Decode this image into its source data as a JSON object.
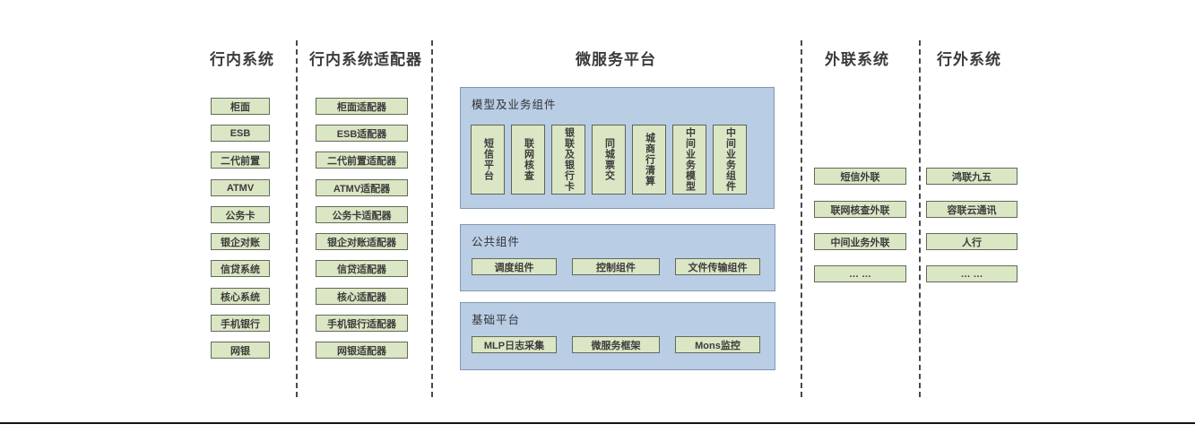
{
  "columns": {
    "internal": {
      "title": "行内系统",
      "items": [
        "柜面",
        "ESB",
        "二代前置",
        "ATMV",
        "公务卡",
        "银企对账",
        "信贷系统",
        "核心系统",
        "手机银行",
        "网银"
      ]
    },
    "adapters": {
      "title": "行内系统适配器",
      "items": [
        "柜面适配器",
        "ESB适配器",
        "二代前置适配器",
        "ATMV适配器",
        "公务卡适配器",
        "银企对账适配器",
        "信贷适配器",
        "核心适配器",
        "手机银行适配器",
        "网银适配器"
      ]
    },
    "platform": {
      "title": "微服务平台",
      "model_components": {
        "label": "模型及业务组件",
        "items": [
          "短信平台",
          "联网核查",
          "银联及银行卡",
          "同城票交",
          "城商行清算",
          "中间业务模型",
          "中间业务组件"
        ]
      },
      "common_components": {
        "label": "公共组件",
        "items": [
          "调度组件",
          "控制组件",
          "文件传输组件"
        ]
      },
      "base_platform": {
        "label": "基础平台",
        "items": [
          "MLP日志采集",
          "微服务框架",
          "Mons监控"
        ]
      }
    },
    "external_link": {
      "title": "外联系统",
      "items": [
        "短信外联",
        "联网核查外联",
        "中间业务外联",
        "… …"
      ]
    },
    "external": {
      "title": "行外系统",
      "items": [
        "鸿联九五",
        "容联云通讯",
        "人行",
        "… …"
      ]
    }
  },
  "colors": {
    "box_fill": "#dbe6c4",
    "box_border": "#63695a",
    "panel_fill": "#b9cde5",
    "panel_border": "#8497ae",
    "separator": "#4a4a4a",
    "text": "#3c3c3c"
  }
}
